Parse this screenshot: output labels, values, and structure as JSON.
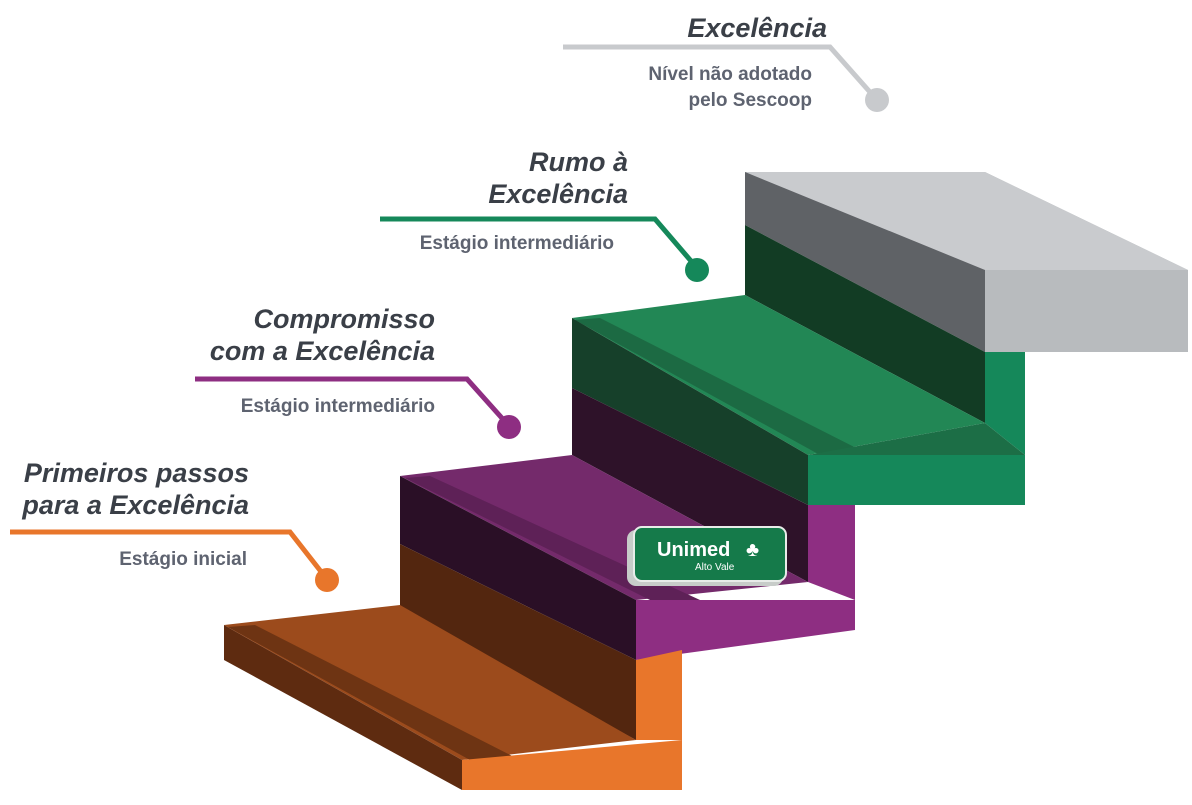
{
  "levels": [
    {
      "title_lines": [
        "Excelência"
      ],
      "subtitle_lines": [
        "Nível não adotado",
        "pelo Sescoop"
      ],
      "color": "#c8cacd"
    },
    {
      "title_lines": [
        "Rumo à",
        "Excelência"
      ],
      "subtitle_lines": [
        "Estágio intermediário"
      ],
      "color": "#15885a"
    },
    {
      "title_lines": [
        "Compromisso",
        "com a Excelência"
      ],
      "subtitle_lines": [
        "Estágio intermediário"
      ],
      "color": "#8e2e82"
    },
    {
      "title_lines": [
        "Primeiros passos",
        "para a Excelência"
      ],
      "subtitle_lines": [
        "Estágio inicial"
      ],
      "color": "#e8762b"
    }
  ],
  "badge": {
    "name": "Unimed",
    "subtitle": "Alto Vale",
    "icon": "unimed-trees-icon",
    "color": "#157a4a"
  }
}
